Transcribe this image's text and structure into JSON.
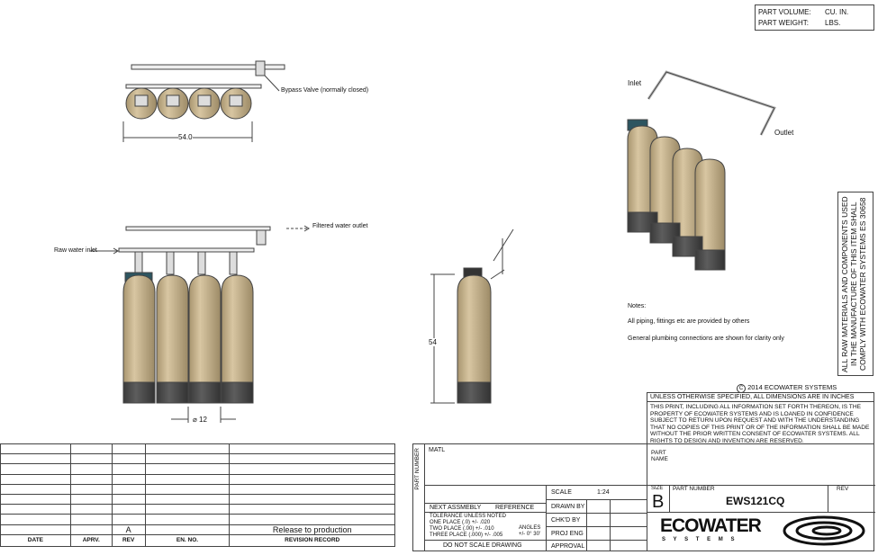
{
  "part_info": {
    "volume_label": "PART VOLUME:",
    "volume_unit": "CU. IN.",
    "weight_label": "PART WEIGHT:",
    "weight_unit": "LBS."
  },
  "top_view": {
    "bypass_label": "Bypass Valve (normally closed)",
    "width_dim": "54.0"
  },
  "front_view": {
    "inlet_label": "Raw water inlet",
    "outlet_label": "Filtered water outlet",
    "diameter_dim": "⌀ 12"
  },
  "side_view": {
    "height_dim": "54"
  },
  "iso_view": {
    "inlet_label": "Inlet",
    "outlet_label": "Outlet"
  },
  "notes": {
    "title": "Notes:",
    "items": [
      "All piping, fittings etc are provided by others",
      "General plumbing connections are shown for clarity only"
    ]
  },
  "compliance": "ALL RAW MATERIALS AND COMPONENTS USED IN THE MANUFACTURE OF THIS ITEM SHALL COMPLY WITH ECOWATER SYSTEMS ES 30658",
  "copyright": "2014 ECOWATER SYSTEMS",
  "copyright_symbol": "C",
  "dimensions_note": "UNLESS OTHERWISE SPECIFIED, ALL DIMENSIONS ARE IN INCHES",
  "property_note": "THIS PRINT, INCLUDING ALL INFORMATION SET FORTH THEREON, IS THE PROPERTY OF ECOWATER SYSTEMS AND IS LOANED IN CONFIDENCE SUBJECT TO RETURN UPON REQUEST AND WITH THE UNDERSTANDING THAT NO COPIES OF THIS PRINT OR OF THE INFORMATION SHALL BE MADE WITHOUT THE PRIOR WRITTEN CONSENT OF ECOWATER SYSTEMS. ALL RIGHTS TO DESIGN AND INVENTION ARE RESERVED.",
  "title_block": {
    "part_number_side": "PART NUMBER",
    "matl": "MATL",
    "part_name": "PART\nNAME",
    "scale_label": "SCALE",
    "scale_value": "1:24",
    "next_assembly": "NEXT ASSMEBLY",
    "reference": "REFERENCE",
    "tolerance_title": "TOLERANCE UNLESS NOTED",
    "tolerances": [
      {
        "label": "ONE PLACE",
        "fmt": "(.0)",
        "val": "+/- .020"
      },
      {
        "label": "TWO PLACE",
        "fmt": "(.00)",
        "val": "+/- .010"
      },
      {
        "label": "THREE PLACE",
        "fmt": "(.000)",
        "val": "+/- .005"
      }
    ],
    "angles_label": "ANGLES",
    "angles_val": "+/- 0° 30'",
    "do_not_scale": "DO NOT SCALE DRAWING",
    "drawn_by": "DRAWN BY",
    "chkd_by": "CHK'D BY",
    "proj_eng": "PROJ ENG",
    "approval": "APPROVAL",
    "size_label": "SIZE",
    "size_value": "B",
    "part_number_label": "PART  NUMBER",
    "part_number": "EWS121CQ",
    "rev_label": "REV",
    "logo_text": "ECOWATER",
    "logo_sub": "S Y S T E M S"
  },
  "revision_table": {
    "headers": [
      "DATE",
      "APRV.",
      "REV",
      "EN. NO.",
      "REVISION RECORD"
    ],
    "rows": [
      [
        "",
        "",
        "",
        "",
        ""
      ],
      [
        "",
        "",
        "",
        "",
        ""
      ],
      [
        "",
        "",
        "",
        "",
        ""
      ],
      [
        "",
        "",
        "",
        "",
        ""
      ],
      [
        "",
        "",
        "",
        "",
        ""
      ],
      [
        "",
        "",
        "",
        "",
        ""
      ],
      [
        "",
        "",
        "",
        "",
        ""
      ],
      [
        "",
        "",
        "",
        "",
        ""
      ],
      [
        "",
        "",
        "A",
        "",
        "Release to production"
      ]
    ]
  },
  "colors": {
    "tank": "#c7b38f",
    "tank_base": "#4a4a4a",
    "controller": "#2d5560",
    "line": "#444444"
  }
}
